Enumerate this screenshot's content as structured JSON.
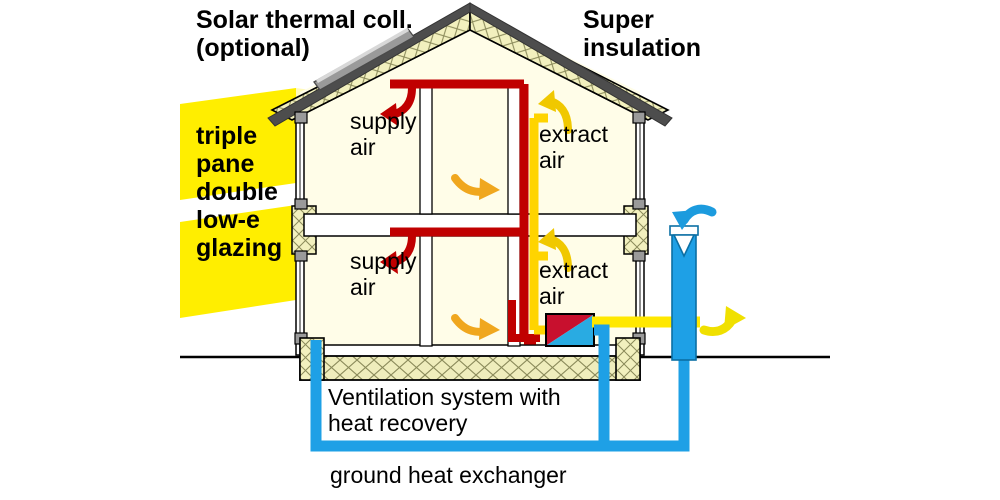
{
  "diagram": {
    "title": "Passive house cross-section with ventilation and heat recovery",
    "labels": {
      "solar_collector": "Solar thermal coll.\n(optional)",
      "super_insulation": "Super\ninsulation",
      "glazing": "triple\npane\ndouble\nlow-e\nglazing",
      "supply_air_upper": "supply\nair",
      "supply_air_lower": "supply\nair",
      "extract_air_upper": "extract\nair",
      "extract_air_lower": "extract\nair",
      "ventilation_system": "Ventilation system with\nheat recovery",
      "ground_heat_exchanger": "ground heat exchanger"
    },
    "colors": {
      "supply_duct_red": "#C00000",
      "extract_duct_yellow": "#FFD400",
      "ground_loop_blue": "#1EA0E6",
      "heat_exchanger_red": "#C8102E",
      "heat_exchanger_blue": "#29ABE2",
      "insulation_fill": "#F2F0BE",
      "interior_fill": "#FFFDE8",
      "sunbeam_yellow": "#FFEE00",
      "roof_cladding": "#4D4D4D",
      "solar_panel": "#9A9A9A",
      "air_arrow_orange": "#F0A71E",
      "arrow_red": "#C00000",
      "intake_arrow_blue": "#1C9BDE",
      "outline": "#000000"
    },
    "icons": {
      "supply_arrow": "curved-arrow-down-red",
      "room_arrow": "curved-arrow-orange",
      "extract_arrow": "curved-arrow-up-yellow",
      "intake_arrow": "curved-arrow-down-blue",
      "exhaust_arrow": "curved-arrow-right-yellow"
    }
  }
}
